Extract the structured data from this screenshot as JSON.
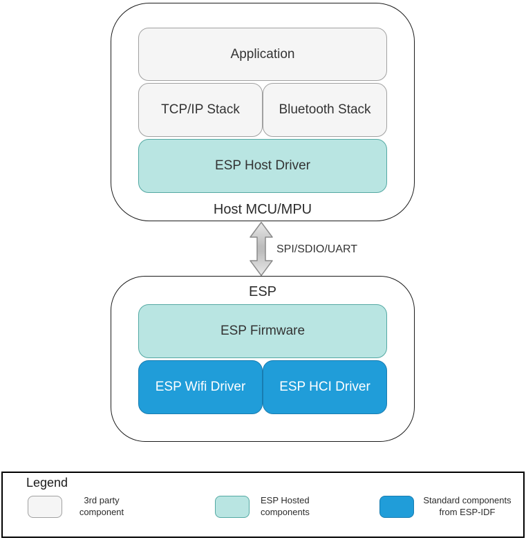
{
  "diagram": {
    "host_group": {
      "label": "Host MCU/MPU",
      "application": "Application",
      "tcpip_stack": "TCP/IP Stack",
      "bluetooth_stack": "Bluetooth Stack",
      "esp_host_driver": "ESP Host Driver"
    },
    "connector": {
      "label": "SPI/SDIO/UART",
      "icon": "double-headed-vertical-arrow"
    },
    "esp_group": {
      "label": "ESP",
      "esp_firmware": "ESP Firmware",
      "esp_wifi_driver": "ESP Wifi Driver",
      "esp_hci_driver": "ESP HCI Driver"
    }
  },
  "legend": {
    "title": "Legend",
    "items": [
      {
        "label": "3rd party\ncomponent",
        "fill": "#f5f5f5",
        "border": "#a0a0a0"
      },
      {
        "label": "ESP Hosted\ncomponents",
        "fill": "#b9e5e2",
        "border": "#53a8a2"
      },
      {
        "label": "Standard components\nfrom ESP-IDF",
        "fill": "#209dd9",
        "border": "#187cb0"
      }
    ]
  },
  "colors": {
    "third_party_fill": "#f5f5f5",
    "third_party_border": "#a0a0a0",
    "esp_hosted_fill": "#b9e5e2",
    "esp_hosted_border": "#53a8a2",
    "esp_idf_fill": "#209dd9",
    "esp_idf_border": "#187cb0",
    "group_border": "#1a1a1a",
    "arrow_fill_light": "#e9e9e9",
    "arrow_fill_dark": "#bdbdbd",
    "arrow_stroke": "#8a8a8a",
    "text": "#333333"
  }
}
